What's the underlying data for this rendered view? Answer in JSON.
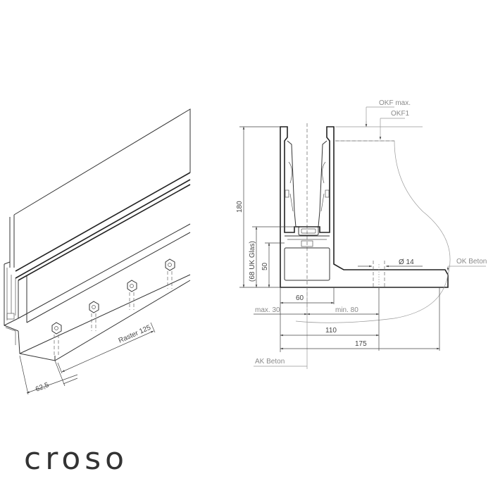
{
  "brand": {
    "logo_text": "croso"
  },
  "iso_view": {
    "raster_label": "Raster 125",
    "edge_offset_label": "62,5",
    "bolt_count": 4
  },
  "section_view": {
    "labels": {
      "okf_max": "OKF max.",
      "okf1": "OKF1",
      "ok_beton": "OK Beton",
      "ak_beton": "AK Beton",
      "uk_glass": "(68 UK Glas)",
      "hole_dia": "Ø 14"
    },
    "dimensions": {
      "height": "180",
      "base_height": "50",
      "profile_width": "60",
      "max_30": "max. 30",
      "min_80": "min. 80",
      "w_110": "110",
      "w_175": "175"
    }
  }
}
